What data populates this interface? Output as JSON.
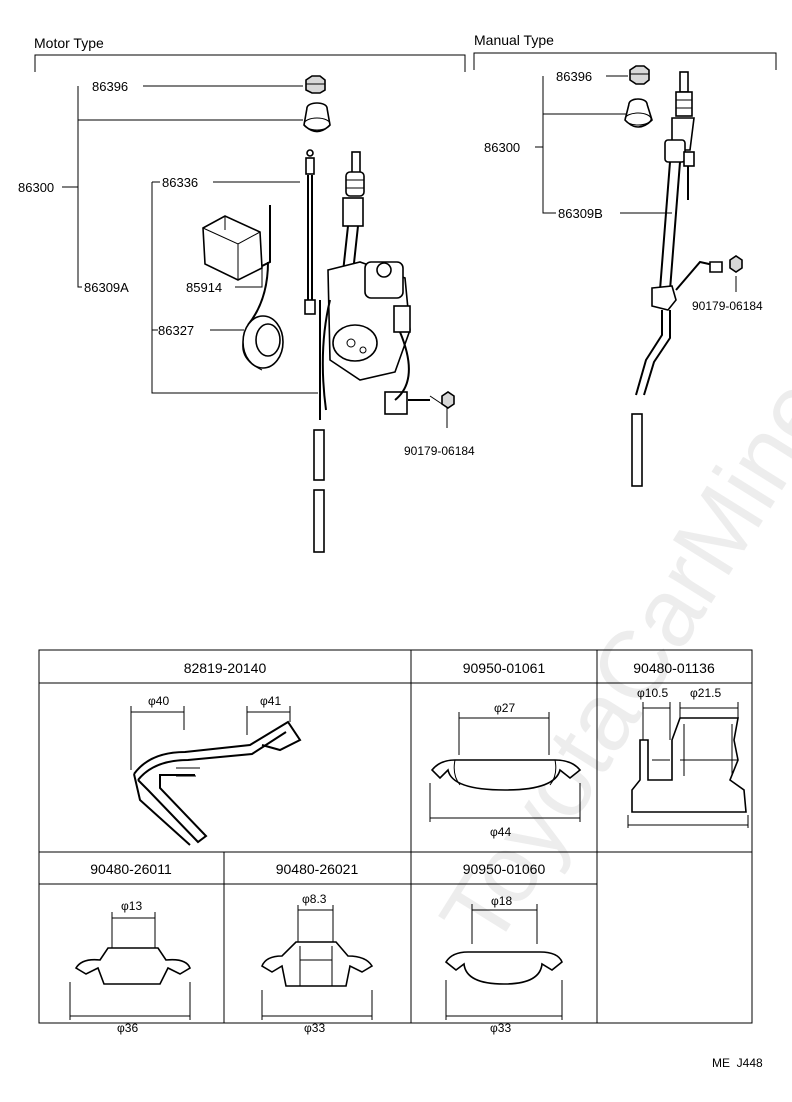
{
  "watermark": "ToyotaCarMine.ru",
  "motor_type": {
    "title": "Motor Type",
    "labels": {
      "p86396": "86396",
      "p86300": "86300",
      "p86336": "86336",
      "p86309a": "86309A",
      "p85914": "85914",
      "p86327": "86327",
      "p90179": "90179-06184"
    }
  },
  "manual_type": {
    "title": "Manual Type",
    "labels": {
      "p86396": "86396",
      "p86300": "86300",
      "p86309b": "86309B",
      "p90179": "90179-06184"
    }
  },
  "table": {
    "cells": [
      {
        "part_no": "82819-20140",
        "dims": [
          "φ40",
          "φ41"
        ]
      },
      {
        "part_no": "90950-01061",
        "dims": [
          "φ27",
          "φ44"
        ]
      },
      {
        "part_no": "90480-01136",
        "dims": [
          "φ10.5",
          "φ21.5"
        ]
      },
      {
        "part_no": "90480-26011",
        "dims": [
          "φ13",
          "φ36"
        ]
      },
      {
        "part_no": "90480-26021",
        "dims": [
          "φ8.3",
          "φ33"
        ]
      },
      {
        "part_no": "90950-01060",
        "dims": [
          "φ18",
          "φ33"
        ]
      }
    ]
  },
  "footer_code": "ME  J448"
}
